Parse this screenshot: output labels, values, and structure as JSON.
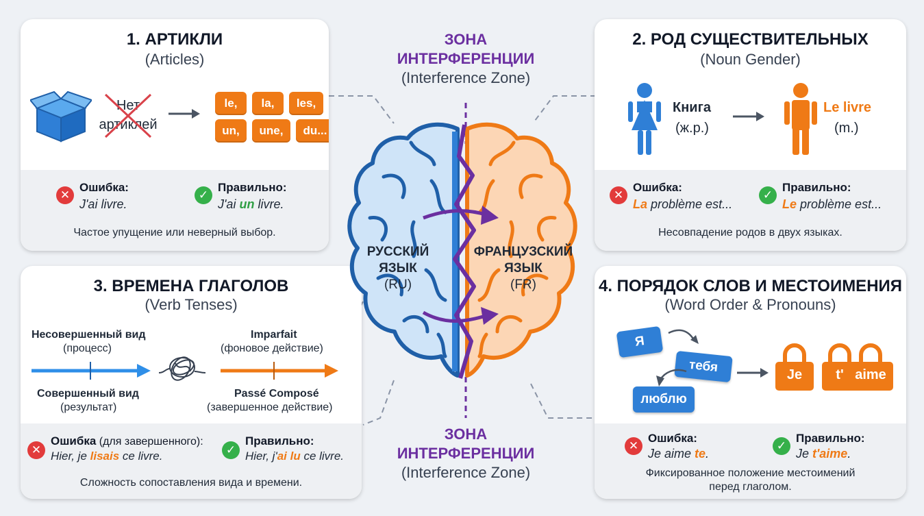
{
  "zone_top": {
    "line1": "ЗОНА",
    "line2": "ИНТЕРФЕРЕНЦИИ",
    "sub": "(Interference Zone)"
  },
  "zone_bottom": {
    "line1": "ЗОНА",
    "line2": "ИНТЕРФЕРЕНЦИИ",
    "sub": "(Interference Zone)"
  },
  "brain": {
    "left": {
      "line1": "РУССКИЙ",
      "line2": "ЯЗЫК",
      "code": "(RU)"
    },
    "right": {
      "line1": "ФРАНЦУЗСКИЙ",
      "line2": "ЯЗЫК",
      "code": "(FR)"
    }
  },
  "colors": {
    "blue": "#2f7fd6",
    "orange": "#ef7a16",
    "purple": "#6b2fa0",
    "green": "#35b04a",
    "red": "#e23b3b"
  },
  "card1": {
    "title": "1. АРТИКЛИ",
    "subtitle": "(Articles)",
    "icon": "box-icon",
    "crossed_text_1": "Нет",
    "crossed_text_2": "артиклей",
    "chips": [
      "le,",
      "la,",
      "les,",
      "un,",
      "une,",
      "du..."
    ],
    "error_label": "Ошибка:",
    "error_example": "J'ai livre.",
    "correct_label": "Правильно:",
    "correct_pre": "J'ai ",
    "correct_hl": "un",
    "correct_post": " livre.",
    "note": "Частое упущение или неверный выбор."
  },
  "card2": {
    "title": "2. РОД СУЩЕСТВИТЕЛЬНЫХ",
    "subtitle": "(Noun Gender)",
    "left_word": "Книга",
    "left_gender": "(ж.р.)",
    "right_word": "Le livre",
    "right_gender": "(m.)",
    "error_label": "Ошибка:",
    "error_hl": "La",
    "error_post": " problème est...",
    "correct_label": "Правильно:",
    "correct_hl": "Le",
    "correct_post": " problème est...",
    "note": "Несовпадение родов в двух языках."
  },
  "card3": {
    "title": "3. ВРЕМЕНА ГЛАГОЛОВ",
    "subtitle": "(Verb Tenses)",
    "ru_top": "Несовершенный вид",
    "ru_top_sub": "(процесс)",
    "ru_bottom": "Совершенный вид",
    "ru_bottom_sub": "(результат)",
    "fr_top": "Imparfait",
    "fr_top_sub": "(фоновое действие)",
    "fr_bottom": "Passé Composé",
    "fr_bottom_sub": "(завершенное действие)",
    "error_label": "Ошибка",
    "error_label_sub": " (для завершенного):",
    "error_pre": "Hier, je ",
    "error_hl": "lisais",
    "error_post": " ce livre.",
    "correct_label": "Правильно:",
    "correct_pre": "Hier, j'",
    "correct_hl": "ai lu",
    "correct_post": " ce livre.",
    "note": "Сложность сопоставления вида и времени."
  },
  "card4": {
    "title": "4. ПОРЯДОК СЛОВ И МЕСТОИМЕНИЯ",
    "subtitle": "(Word Order & Pronouns)",
    "ru_words": [
      "Я",
      "тебя",
      "люблю"
    ],
    "fr_words": [
      "Je",
      "t'",
      "aime"
    ],
    "error_label": "Ошибка:",
    "error_pre": "Je aime ",
    "error_hl": "te",
    "error_post": ".",
    "correct_label": "Правильно:",
    "correct_pre": "Je ",
    "correct_hl": "t'aime",
    "correct_post": ".",
    "note_1": "Фиксированное положение местоимений",
    "note_2": "перед глаголом."
  }
}
